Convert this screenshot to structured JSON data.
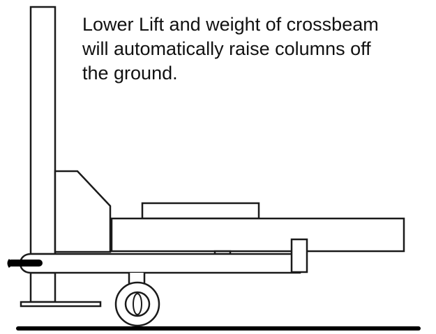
{
  "instruction": {
    "lines": [
      "Lower Lift and weight of crossbeam",
      "will automatically raise columns off",
      "the ground."
    ]
  },
  "colors": {
    "stroke": "#1a1a1a",
    "fill": "#ffffff",
    "text": "#111111"
  }
}
